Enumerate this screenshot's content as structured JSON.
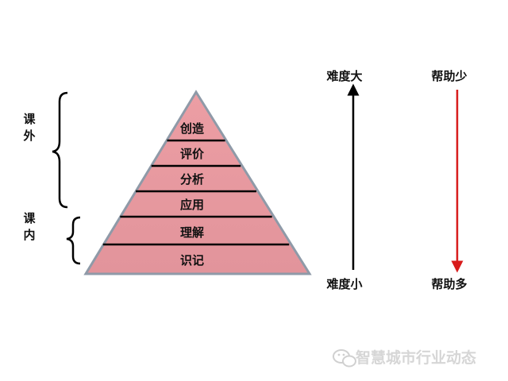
{
  "pyramid": {
    "levels": [
      "创造",
      "评价",
      "分析",
      "应用",
      "理解",
      "识记"
    ],
    "fill_color": "#e79aa0",
    "stroke_color": "#8f9aa8"
  },
  "brackets": {
    "outside_label": "课外",
    "inside_label": "课内"
  },
  "difficulty": {
    "top_label": "难度大",
    "bottom_label": "难度小",
    "arrow_color": "#000000"
  },
  "help": {
    "top_label": "帮助少",
    "bottom_label": "帮助多",
    "arrow_color": "#d81b1b"
  },
  "watermark": {
    "icon": "wechat-icon",
    "text": "智慧城市行业动态"
  }
}
